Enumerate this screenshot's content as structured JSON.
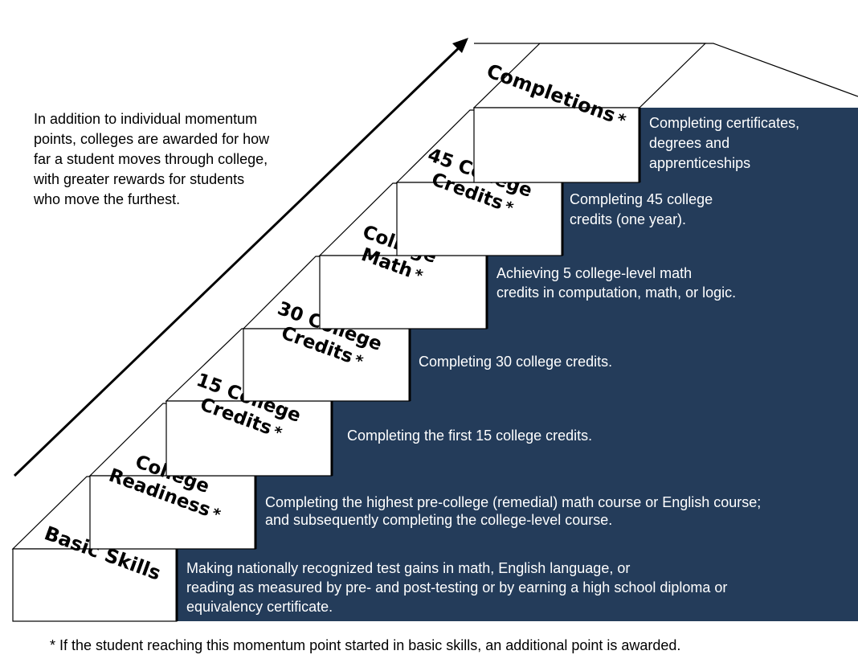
{
  "intro": [
    "In addition to individual momentum",
    "points, colleges are awarded for how",
    "far a student moves through college,",
    "with greater rewards for students",
    "who move the furthest."
  ],
  "steps": [
    {
      "label": [
        "Basic Skills"
      ],
      "star": false,
      "description": [
        "Making nationally recognized test gains in math, English language, or",
        "reading as measured by pre- and post-testing or by earning a high school diploma or",
        "equivalency certificate."
      ]
    },
    {
      "label": [
        "College",
        "Readiness"
      ],
      "star": true,
      "description": [
        "Completing the highest pre-college (remedial) math course or English course;",
        "and subsequently completing the college-level course."
      ]
    },
    {
      "label": [
        "15 College",
        "Credits"
      ],
      "star": true,
      "description": [
        "Completing the first 15 college credits."
      ]
    },
    {
      "label": [
        "30 College",
        "Credits"
      ],
      "star": true,
      "description": [
        "Completing 30 college credits."
      ]
    },
    {
      "label": [
        "College",
        "Math"
      ],
      "star": true,
      "description": [
        "Achieving 5 college-level math",
        "credits in computation, math, or logic."
      ]
    },
    {
      "label": [
        "45 College",
        "Credits"
      ],
      "star": true,
      "description": [
        "Completing 45 college",
        "credits (one year)."
      ]
    },
    {
      "label": [
        "Completions"
      ],
      "star": true,
      "description": [
        "Completing certificates,",
        "degrees and",
        "apprenticeships"
      ]
    }
  ],
  "star_symbol": "*",
  "footnote": "* If the student reaching this momentum point started in basic skills, an additional point is awarded.",
  "colors": {
    "navy": "#243c5a",
    "line": "#000000",
    "riser": "#ffffff"
  }
}
